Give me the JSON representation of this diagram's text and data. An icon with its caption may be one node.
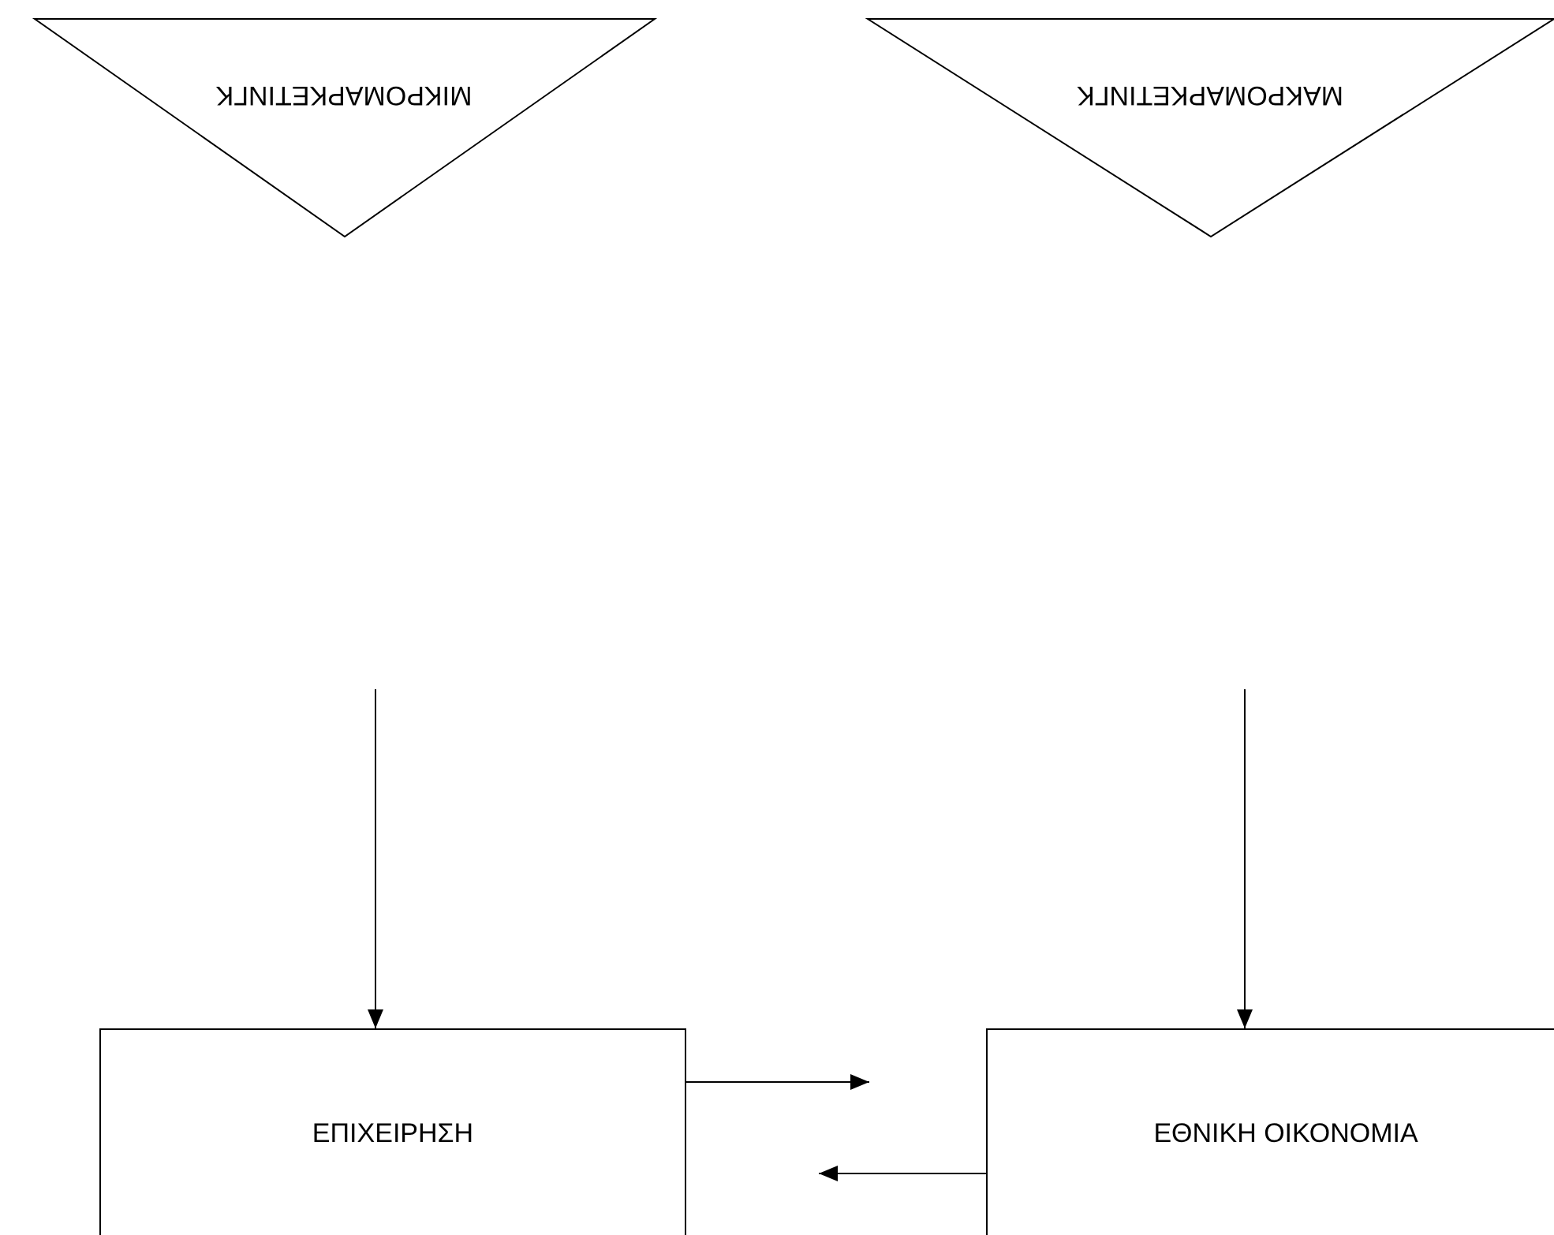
{
  "diagram": {
    "nodes": [
      {
        "text": [
          "ΜΙΚΡΟΜΑΡΚΕΤΙΝΓΚ"
        ]
      },
      {
        "text": [
          "ΜΑΚΡΟΜΑΡΚΕΤΙΝΓΚ"
        ]
      },
      {
        "text": [
          "ΕΠΙΧΕΙΡΗΣΗ"
        ]
      },
      {
        "text": [
          "ΕΘΝΙΚΗ ΟΙΚΟΝΟΜΙΑ"
        ]
      }
    ],
    "edges": [
      {
        "from": null,
        "to": 2,
        "arrow": "to"
      },
      {
        "from": null,
        "to": 3,
        "arrow": "to"
      },
      {
        "from": 2,
        "to": null,
        "arrow": "to"
      },
      {
        "from": 3,
        "to": null,
        "arrow": "to"
      }
    ]
  }
}
